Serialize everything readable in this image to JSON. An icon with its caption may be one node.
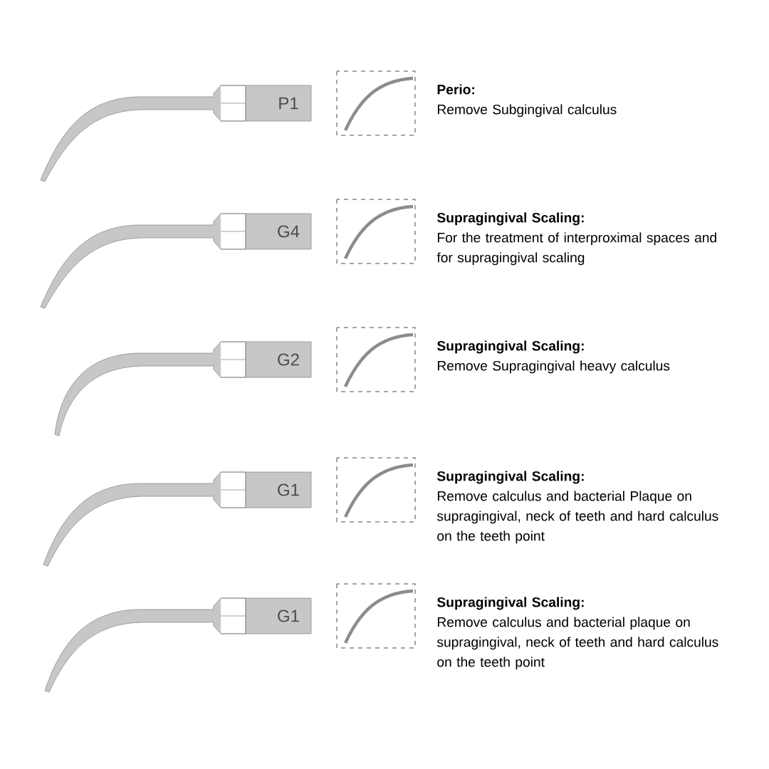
{
  "diagram": {
    "labels": [
      "P1",
      "Perio:",
      "Remove Subgingival calculus",
      "G4",
      "Supragingival Scaling:",
      "For the treatment of interproximal spaces and for supragingival scaling",
      "G2",
      "Supragingival Scaling:",
      "Remove Supragingival heavy calculus",
      "G1",
      "Supragingival Scaling:",
      "Remove calculus and bacterial Plaque on supragingival, neck of teeth and hard calculus on the teeth point",
      "G1",
      "Supragingival Scaling:",
      "Remove calculus and bacterial plaque on supragingival, neck of teeth and hard calculus on the teeth point"
    ]
  }
}
